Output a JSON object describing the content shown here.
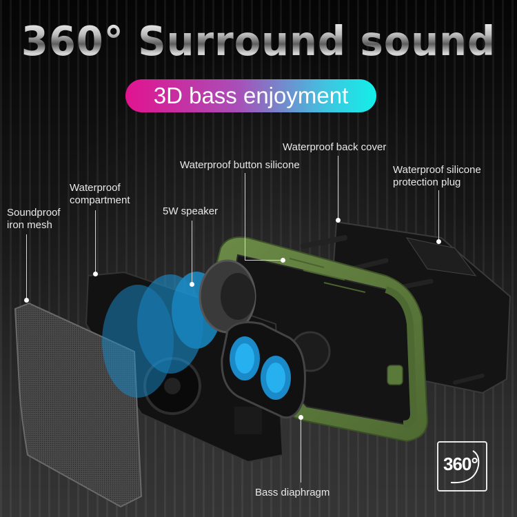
{
  "header": {
    "title": "360° Surround sound",
    "subtitle": "3D bass enjoyment"
  },
  "callouts": [
    {
      "id": "soundproof-iron-mesh",
      "lines": [
        "Soundproof",
        "iron mesh"
      ]
    },
    {
      "id": "waterproof-compartment",
      "lines": [
        "Waterproof",
        "compartment"
      ]
    },
    {
      "id": "5w-speaker",
      "lines": [
        "5W speaker"
      ]
    },
    {
      "id": "waterproof-button-silicone",
      "lines": [
        "Waterproof button silicone"
      ]
    },
    {
      "id": "waterproof-back-cover",
      "lines": [
        "Waterproof back cover"
      ]
    },
    {
      "id": "waterproof-silicone-protection-plug",
      "lines": [
        "Waterproof silicone",
        "protection plug"
      ]
    },
    {
      "id": "bass-diaphragm",
      "lines": [
        "Bass diaphragm"
      ]
    }
  ],
  "badge": {
    "text": "360°",
    "icon": "360-degree-icon"
  },
  "colors": {
    "pill_gradient_start": "#e2138f",
    "pill_gradient_end": "#12f0e8",
    "speaker_shell_green": "#5d7a3c",
    "driver_blue": "#1aa0e6",
    "background": "#0c0c0c"
  }
}
